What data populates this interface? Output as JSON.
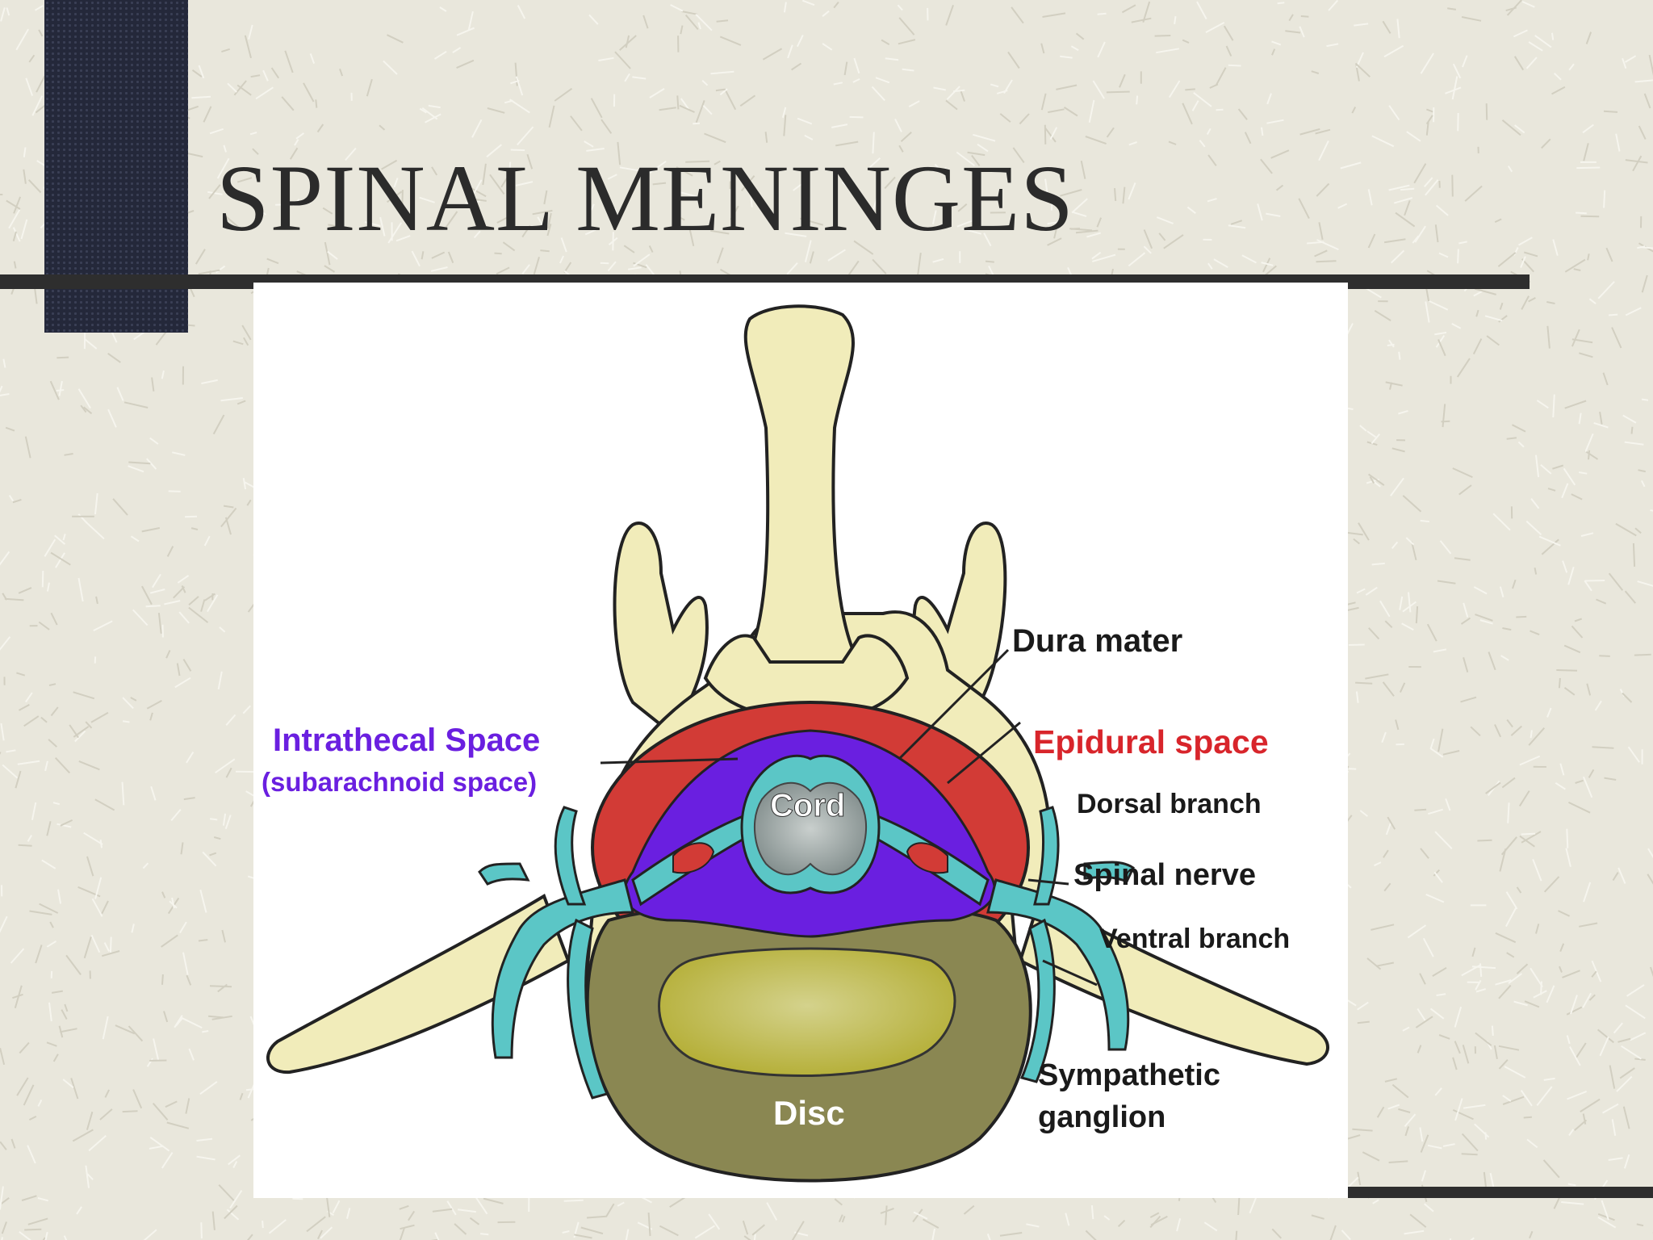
{
  "slide": {
    "title": "SPINAL MENINGES"
  },
  "diagram": {
    "labels": {
      "dura_mater": "Dura mater",
      "intrathecal_space": "Intrathecal Space",
      "subarachnoid_space": "(subarachnoid space)",
      "epidural_space": "Epidural space",
      "cord": "Cord",
      "dorsal_branch": "Dorsal branch",
      "spinal_nerve": "Spinal nerve",
      "ventral_branch": "Ventral branch",
      "sympathetic": "Sympathetic",
      "ganglion": "ganglion",
      "disc": "Disc"
    }
  },
  "colors": {
    "background": "#e9e7dc",
    "left_block": "#24283a",
    "bone": "#f1ecba",
    "epidural_red": "#d23b36",
    "intrathecal_purple": "#6a1fe0",
    "nerve_teal": "#5bc6c6",
    "cord_gray": "#8f9a99",
    "disc_outer": "#8a8752",
    "disc_inner": "#b9b33a",
    "label_purple": "#6a1fe0",
    "label_red": "#d8252b"
  }
}
